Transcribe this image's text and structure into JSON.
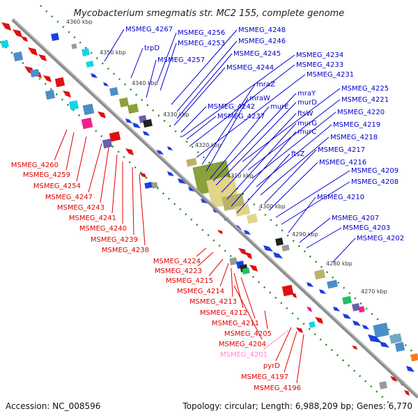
{
  "title": "Mycobacterium smegmatis str. MC2 155, complete genome",
  "accession": "Accession: NC_008596",
  "summary": "Topology: circular; Length: 6,988,209 bp; Genes: 6,770",
  "colors": {
    "backbone": "#8c8c8c",
    "tick": "#1f8a1f",
    "forward_label": "#0000cc",
    "reverse_label": "#e00000",
    "pseudo_label": "#ff88cc",
    "forward_gene": "#1b3fe0",
    "reverse_gene": "#e01010"
  },
  "kbp_ticks": [
    "4360 kbp",
    "4350 kbp",
    "4340 kbp",
    "4330 kbp",
    "4320 kbp",
    "4310 kbp",
    "4300 kbp",
    "4290 kbp",
    "4280 kbp",
    "4270 kbp"
  ],
  "forward_labels": [
    "MSMEG_4267",
    "trpD",
    "MSMEG_4256",
    "MSMEG_4253",
    "MSMEG_4257",
    "MSMEG_4248",
    "MSMEG_4246",
    "MSMEG_4245",
    "MSMEG_4244",
    "MSMEG_4234",
    "MSMEG_4233",
    "MSMEG_4231",
    "mraZ",
    "mraW",
    "MSMEG_4242",
    "MSMEG_4237",
    "murE",
    "murD",
    "mraY",
    "ftsW",
    "murG",
    "murC",
    "ftsZ",
    "MSMEG_4225",
    "MSMEG_4221",
    "MSMEG_4220",
    "MSMEG_4219",
    "MSMEG_4218",
    "MSMEG_4217",
    "MSMEG_4216",
    "MSMEG_4209",
    "MSMEG_4208",
    "MSMEG_4210",
    "MSMEG_4207",
    "MSMEG_4203",
    "MSMEG_4202"
  ],
  "reverse_labels": [
    "MSMEG_4260",
    "MSMEG_4259",
    "MSMEG_4254",
    "MSMEG_4247",
    "MSMEG_4243",
    "MSMEG_4241",
    "MSMEG_4240",
    "MSMEG_4239",
    "MSMEG_4238",
    "MSMEG_4224",
    "MSMEG_4223",
    "MSMEG_4215",
    "MSMEG_4214",
    "MSMEG_4213",
    "MSMEG_4212",
    "MSMEG_4211",
    "MSMEG_4205",
    "MSMEG_4204",
    "MSMEG_4201",
    "pyrD",
    "MSMEG_4197",
    "MSMEG_4196"
  ],
  "pseudo_labels": [
    "MSMEG_4201"
  ]
}
